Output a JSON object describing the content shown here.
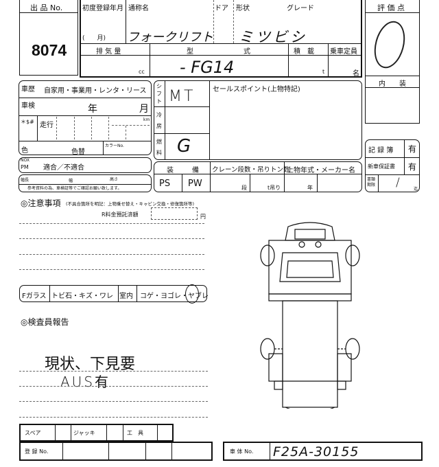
{
  "lot": {
    "label": "出 品 No.",
    "number": "8074"
  },
  "main": {
    "first_reg_label": "初度登録年月",
    "name_label": "通称名",
    "door_label": "ドア",
    "shape_label": "形状",
    "grade_label": "グレード",
    "month_label": "(　　月)",
    "name_value": "フォークリフト",
    "maker_value": "ミツビシ",
    "displacement_label": "排 気 量",
    "type_label_1": "型",
    "type_label_2": "式",
    "load_label": "積　載",
    "capacity_label": "乗車定員",
    "cc_unit": "cc",
    "type_value": "- FG14",
    "t_unit": "t",
    "person_unit": "名"
  },
  "score": {
    "label": "評 価 点",
    "value": "0",
    "interior_label": "内　　装"
  },
  "history": {
    "label": "車歴",
    "options": "自家用・事業用・レンタ・リース",
    "inspection_label": "車検",
    "year": "年",
    "month": "月",
    "mileage_mark": "＊$#",
    "mileage_label": "走行",
    "km": "km",
    "color_label": "色",
    "color_change": "色替",
    "color_no": "カラーNo."
  },
  "nox": {
    "label1": "NOX",
    "label2": "PM",
    "value": "適合／不適合"
  },
  "dims": {
    "l1": "幅長",
    "l2": "幅",
    "l3": "高さ",
    "note": "参考資料の為、車検証等でご確認お願い致します。"
  },
  "spec": {
    "shift_label": "シフト",
    "shift_value": "MT",
    "ac_label": "冷房",
    "fuel_label": "燃料",
    "fuel_value": "G",
    "sales_point_label": "セールスポイント(上物特記)"
  },
  "equip": {
    "label1": "装",
    "label2": "備",
    "crane_label": "クレーン段数・吊りトン数",
    "upper_label": "上物年式・メーカー名",
    "ps": "PS",
    "pw": "PW",
    "dan": "段",
    "t_hang": "t吊り",
    "year": "年"
  },
  "records": {
    "record_book": "記 録 簿",
    "record_value": "有",
    "warranty": "新車保証書",
    "warranty_value": "有",
    "doc_label": "書類期限",
    "doc_value": "/",
    "doc_suffix": "迄"
  },
  "notes": {
    "title": "◎注意事項",
    "subtitle": "(不具合箇所を明記：上物乗せ替え・キャビン交換・修復箇所等)",
    "recycle_label": "R料金預託済額",
    "yen": "円"
  },
  "glass": {
    "f_glass": "Fガラス",
    "f_items": "トビ石・キズ・ワレ",
    "interior": "室内",
    "i_items": "コゲ・ヨゴレ・ヤブレ"
  },
  "inspector": {
    "title": "◎検査員報告",
    "line1": "現状、下見要",
    "line2": "AUS有"
  },
  "tools": {
    "spare": "スペア",
    "jack": "ジャッキ",
    "tool": "工　具"
  },
  "reg": {
    "label": "登 録 No."
  },
  "chassis": {
    "label": "車 体 No.",
    "value": "F25A-30155"
  }
}
